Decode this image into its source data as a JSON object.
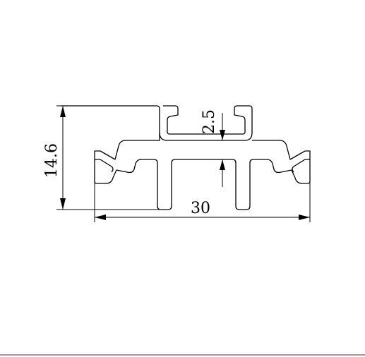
{
  "dimensions": {
    "height": "14.6",
    "slot": "2.5",
    "width": "30"
  }
}
